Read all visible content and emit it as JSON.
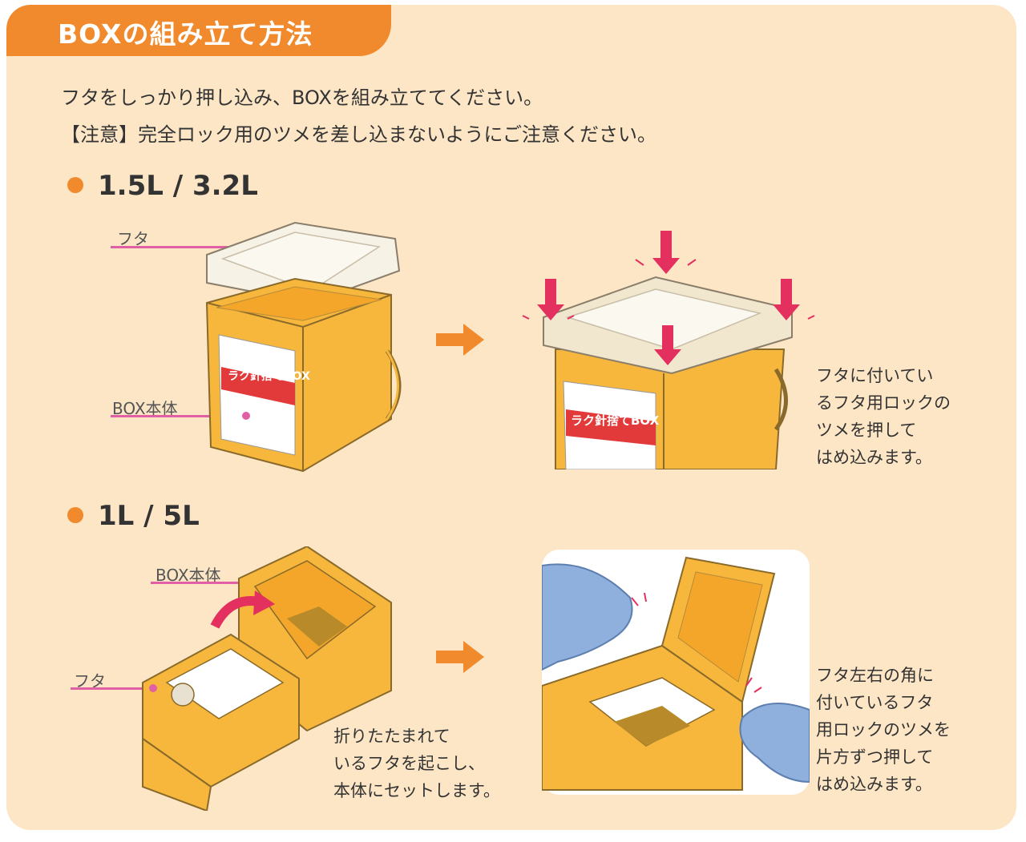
{
  "header": {
    "title": "BOXの組み立て方法"
  },
  "intro": {
    "line1": "フタをしっかり押し込み、BOXを組み立ててください。",
    "line2": "【注意】完全ロック用のツメを差し込まないようにご注意ください。"
  },
  "section1": {
    "heading": "1.5L / 3.2L",
    "label_lid": "フタ",
    "label_body": "BOX本体",
    "product_text": "ラク針捨てBOX",
    "note": "フタに付いてい\nるフタ用ロックの\nツメを押して\nはめ込みます。"
  },
  "section2": {
    "heading": "1L / 5L",
    "label_body": "BOX本体",
    "label_lid": "フタ",
    "note_left": "折りたたまれて\nいるフタを起こし、\n本体にセットします。",
    "note_right": "フタ左右の角に\n付いているフタ\n用ロックのツメを\n片方ずつ押して\nはめ込みます。"
  },
  "colors": {
    "accent": "#f08a2c",
    "background": "#fde6c6",
    "box_body": "#f6b73c",
    "lid": "#f7f2e6",
    "leader": "#e15fa4",
    "press_arrow": "#e4305f",
    "glove": "#8fb0dc"
  },
  "icons": [
    "arrow-right-icon",
    "press-arrow-icon",
    "rotate-arrow-icon"
  ]
}
